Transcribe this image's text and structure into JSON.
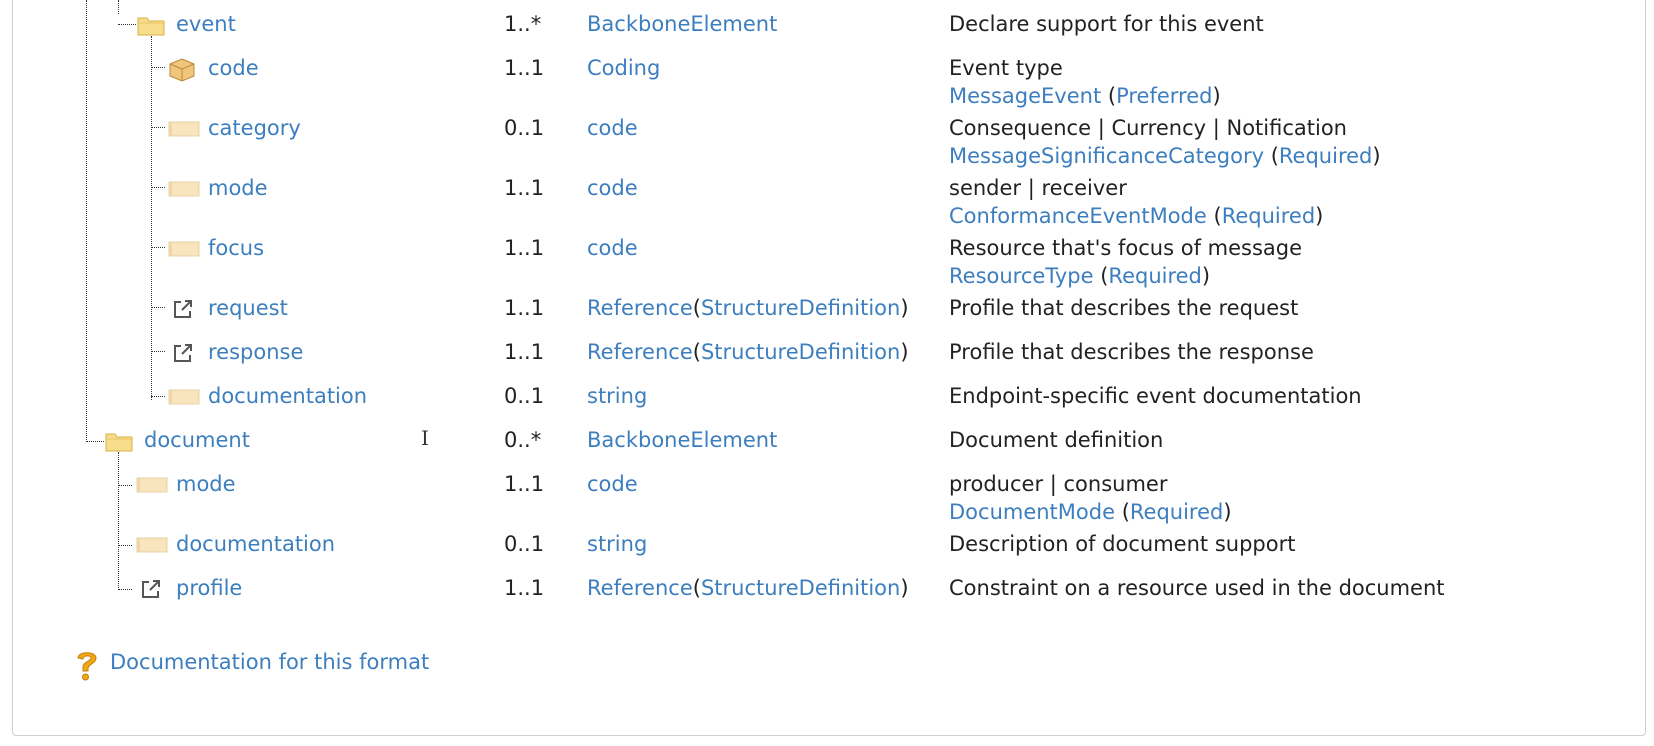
{
  "rows": [
    {
      "name": "event",
      "card": "1..*",
      "type": "BackboneElement",
      "desc": "Declare support for this event"
    },
    {
      "name": "code",
      "card": "1..1",
      "type": "Coding",
      "desc": "Event type",
      "binding": "MessageEvent",
      "strength": "Preferred"
    },
    {
      "name": "category",
      "card": "0..1",
      "type": "code",
      "desc": "Consequence | Currency | Notification",
      "binding": "MessageSignificanceCategory",
      "strength": "Required"
    },
    {
      "name": "mode",
      "card": "1..1",
      "type": "code",
      "desc": "sender | receiver",
      "binding": "ConformanceEventMode",
      "strength": "Required"
    },
    {
      "name": "focus",
      "card": "1..1",
      "type": "code",
      "desc": "Resource that's focus of message",
      "binding": "ResourceType",
      "strength": "Required"
    },
    {
      "name": "request",
      "card": "1..1",
      "type_ref": "Reference",
      "type_target": "StructureDefinition",
      "desc": "Profile that describes the request"
    },
    {
      "name": "response",
      "card": "1..1",
      "type_ref": "Reference",
      "type_target": "StructureDefinition",
      "desc": "Profile that describes the response"
    },
    {
      "name": "documentation",
      "card": "0..1",
      "type": "string",
      "desc": "Endpoint-specific event documentation"
    },
    {
      "name": "document",
      "card": "0..*",
      "type": "BackboneElement",
      "desc": "Document definition"
    },
    {
      "name": "mode",
      "card": "1..1",
      "type": "code",
      "desc": "producer | consumer",
      "binding": "DocumentMode",
      "strength": "Required"
    },
    {
      "name": "documentation",
      "card": "0..1",
      "type": "string",
      "desc": "Description of document support"
    },
    {
      "name": "profile",
      "card": "1..1",
      "type_ref": "Reference",
      "type_target": "StructureDefinition",
      "desc": "Constraint on a resource used in the document"
    }
  ],
  "footer": {
    "help_link": "Documentation for this format"
  },
  "cursor_glyph": "I",
  "colors": {
    "link": "#3d7ebf",
    "text": "#222222",
    "folder": "#f5d76e",
    "border": "#cfcfcf"
  },
  "icons": [
    "folder-icon",
    "datatype-icon",
    "primitive-icon",
    "reference-icon",
    "help-icon"
  ]
}
